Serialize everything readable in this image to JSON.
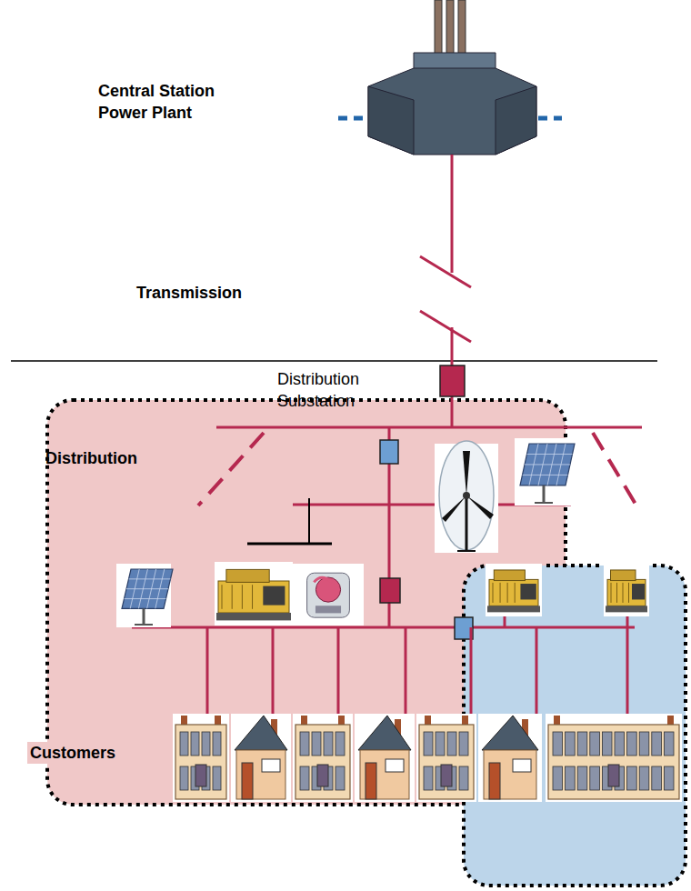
{
  "diagram": {
    "nodes": [
      {
        "text": [
          "Distribution",
          "Customers"
        ]
      }
    ],
    "labels": [
      "Central Station Power Plant",
      "Transmission",
      "Distribution Substation"
    ]
  }
}
